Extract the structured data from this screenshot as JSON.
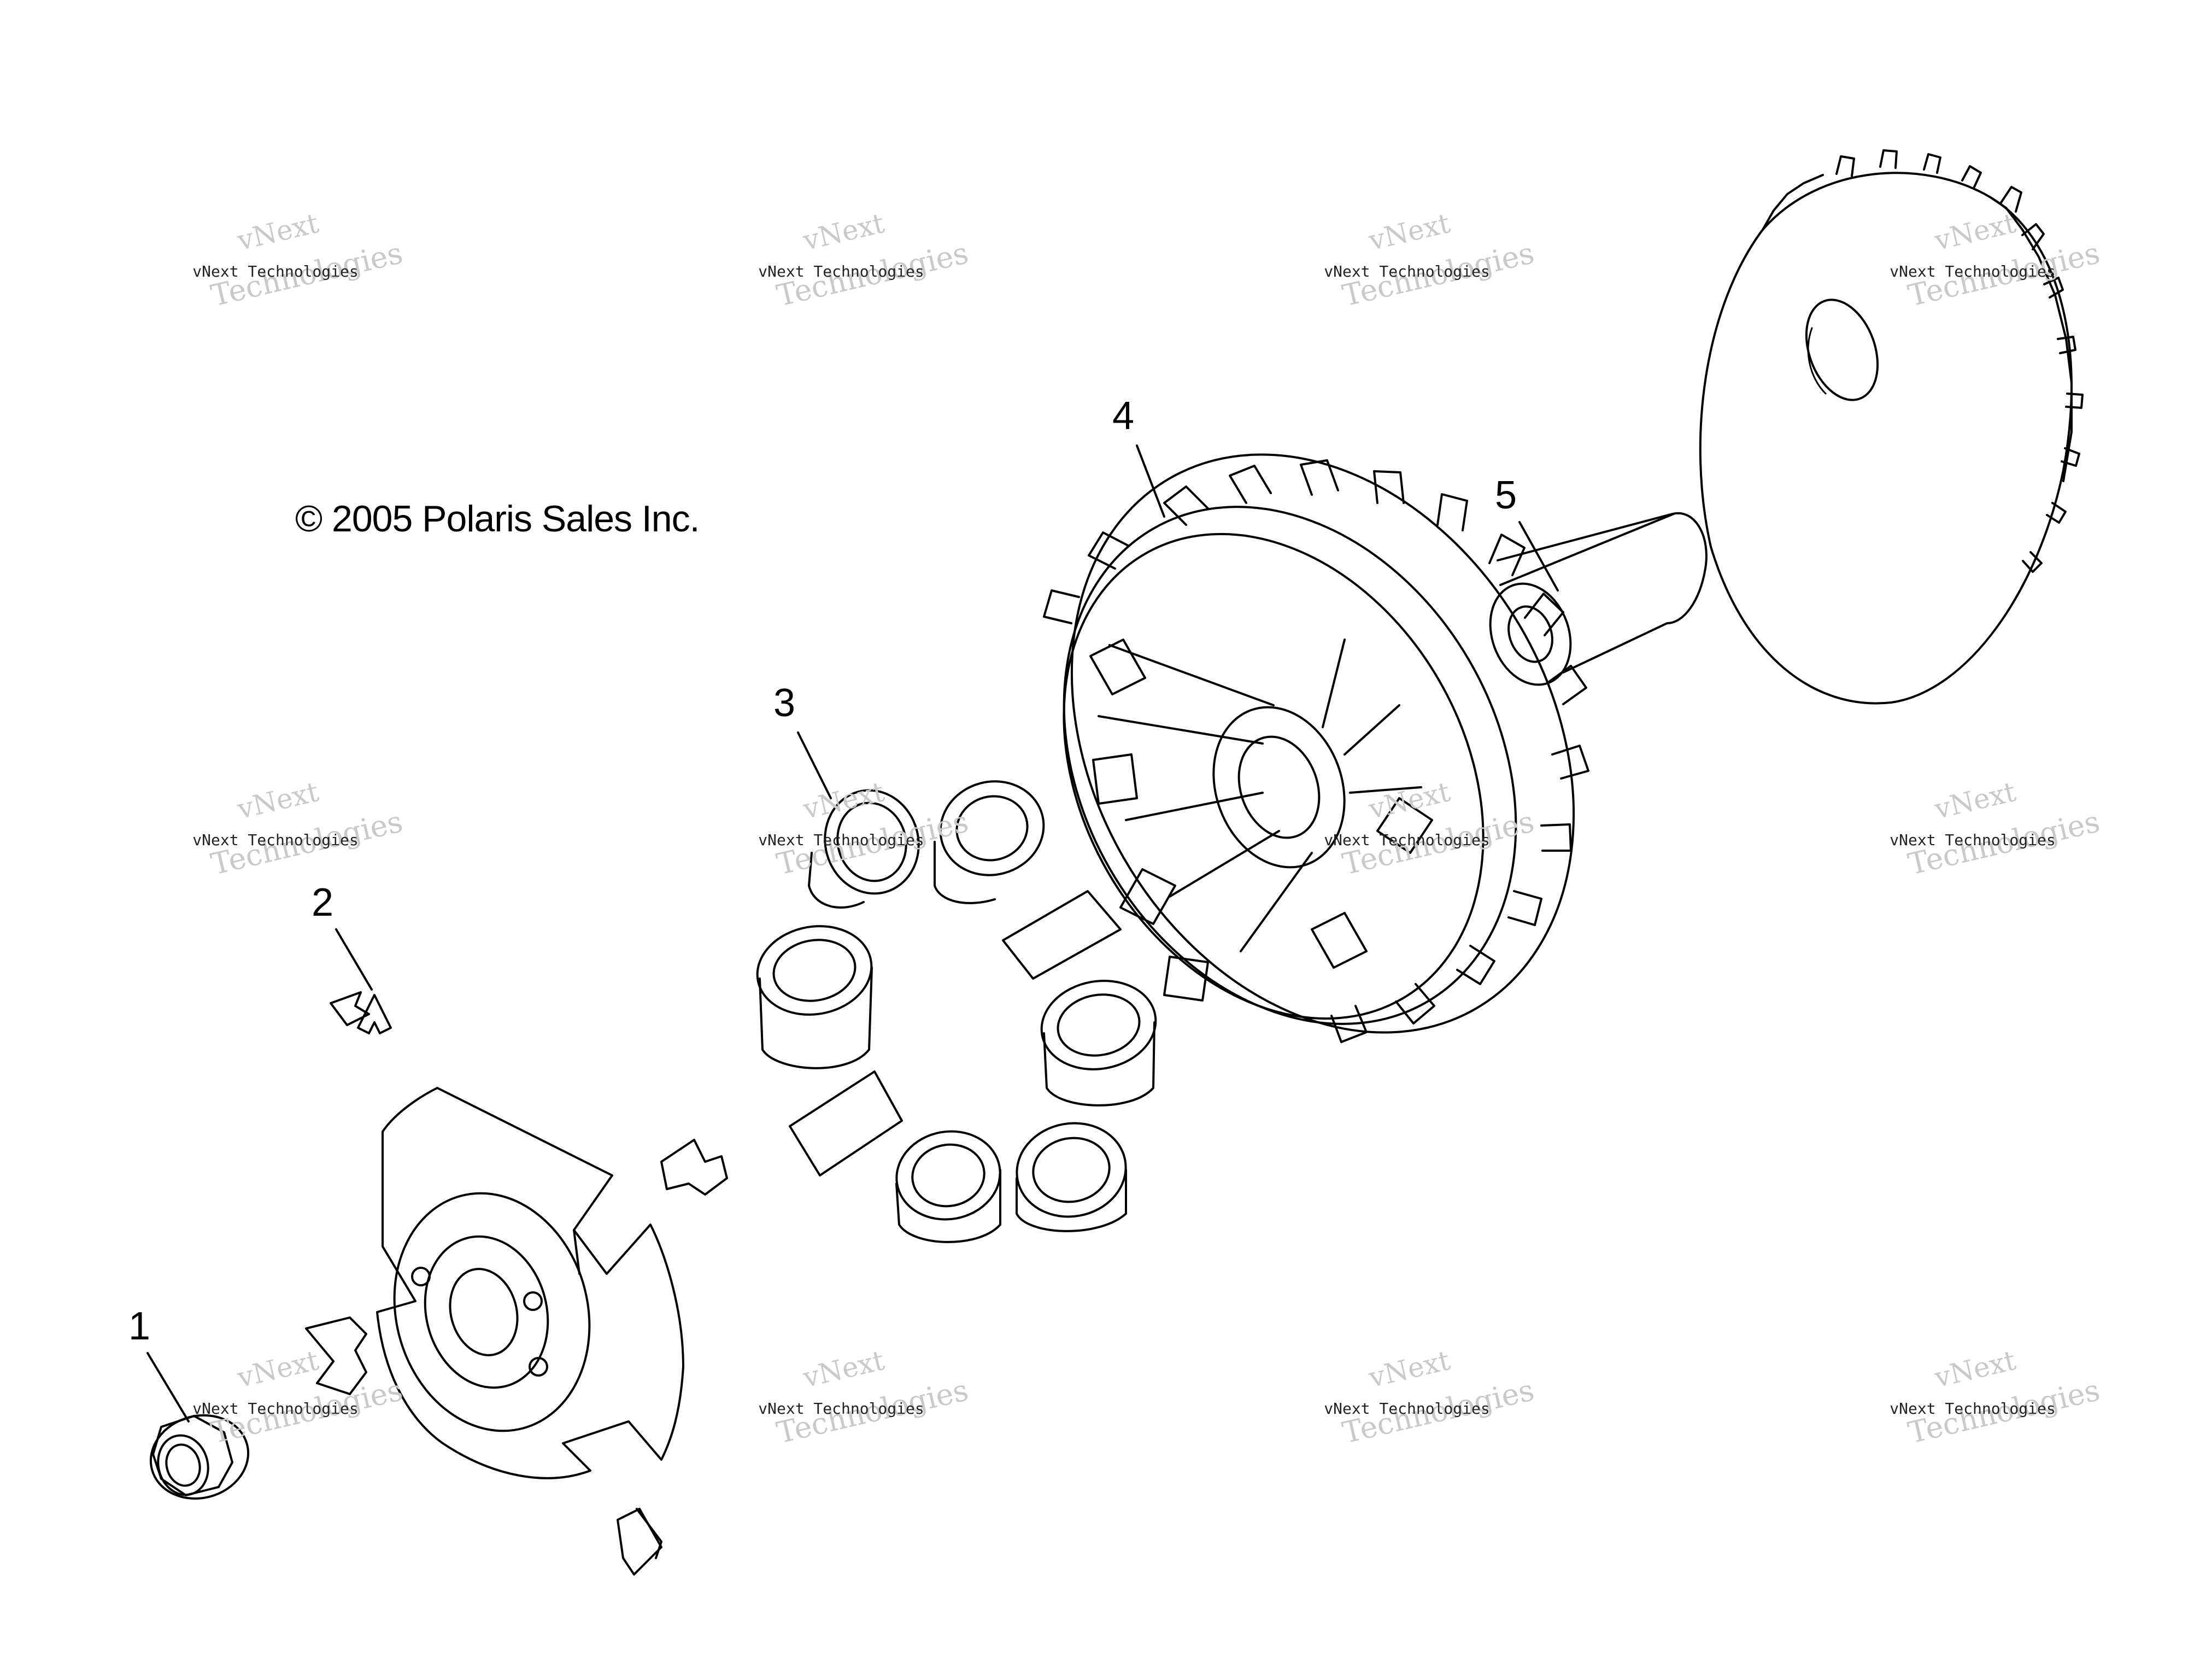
{
  "copyright": "© 2005 Polaris Sales Inc.",
  "callouts": {
    "c1": "1",
    "c2": "2",
    "c3": "3",
    "c4": "4",
    "c5": "5"
  },
  "watermark": {
    "line_a": "vNext",
    "line_b": "Technologies",
    "small": "vNext Technologies"
  }
}
